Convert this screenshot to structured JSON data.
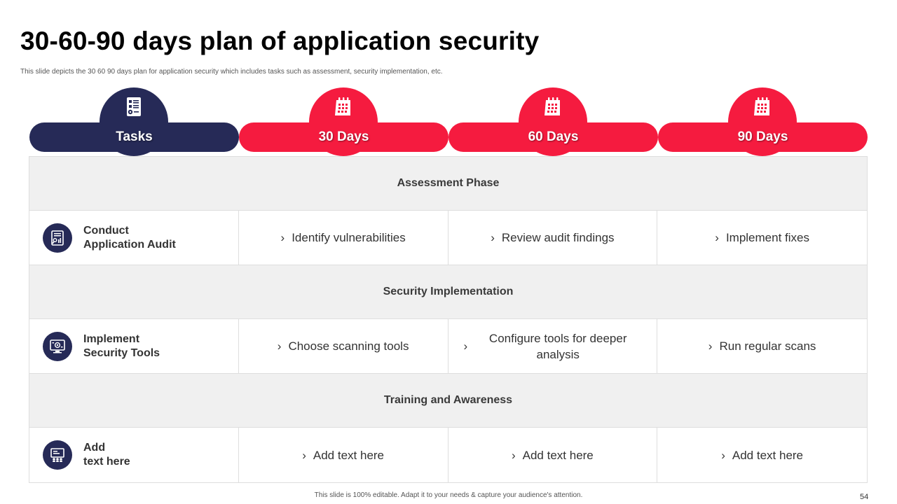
{
  "title": "30-60-90 days plan of application security",
  "subtitle": "This slide depicts the 30 60 90 days plan for application security which includes tasks such as assessment, security implementation, etc.",
  "colors": {
    "navy": "#262a57",
    "red": "#f51b3f",
    "phase_bg": "#f0f0f0"
  },
  "header": {
    "columns": [
      {
        "label": "Tasks",
        "icon": "document-gear-icon",
        "color": "#262a57"
      },
      {
        "label": "30 Days",
        "icon": "calendar-icon",
        "color": "#f51b3f"
      },
      {
        "label": "60 Days",
        "icon": "calendar-icon",
        "color": "#f51b3f"
      },
      {
        "label": "90 Days",
        "icon": "calendar-icon",
        "color": "#f51b3f"
      }
    ]
  },
  "sections": [
    {
      "phase": "Assessment Phase",
      "task": {
        "label": "Conduct\nApplication Audit",
        "icon": "audit-report-icon"
      },
      "cells": [
        "Identify vulnerabilities",
        "Review audit findings",
        "Implement fixes"
      ]
    },
    {
      "phase": "Security Implementation",
      "task": {
        "label": "Implement\nSecurity Tools",
        "icon": "monitor-security-icon"
      },
      "cells": [
        "Choose scanning tools",
        "Configure tools for deeper analysis",
        "Run regular scans"
      ]
    },
    {
      "phase": "Training and Awareness",
      "task": {
        "label": "Add\ntext here",
        "icon": "training-board-icon"
      },
      "cells": [
        "Add text here",
        "Add text here",
        "Add text here"
      ]
    }
  ],
  "bullet_glyph": "›",
  "footer": "This slide is 100% editable. Adapt it to your needs & capture your audience's attention.",
  "page_number": "54"
}
